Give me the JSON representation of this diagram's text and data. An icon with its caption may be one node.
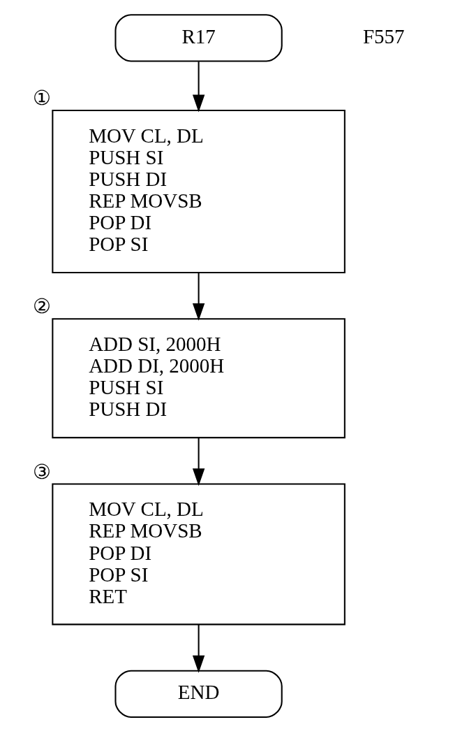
{
  "diagram": {
    "nodes": [
      {
        "text": [
          "R17"
        ]
      },
      {
        "text": [
          "MOV CL, DL",
          "PUSH SI",
          "PUSH DI",
          "REP MOVSB",
          "POP DI",
          "POP SI"
        ],
        "beside": [
          "①"
        ]
      },
      {
        "text": [
          "ADD SI, 2000H",
          "ADD DI, 2000H",
          "PUSH SI",
          "PUSH DI"
        ],
        "beside": [
          "②"
        ]
      },
      {
        "text": [
          "MOV CL, DL",
          "REP MOVSB",
          "POP DI",
          "POP SI",
          "RET"
        ],
        "beside": [
          "③"
        ]
      },
      {
        "text": [
          "END"
        ]
      }
    ],
    "edges": [
      {
        "from": 0,
        "to": 1,
        "arrow": "to"
      },
      {
        "from": 1,
        "to": 2,
        "arrow": "to"
      },
      {
        "from": 2,
        "to": 3,
        "arrow": "to"
      },
      {
        "from": 3,
        "to": 4,
        "arrow": "to"
      }
    ],
    "labels": [
      "F557"
    ]
  }
}
